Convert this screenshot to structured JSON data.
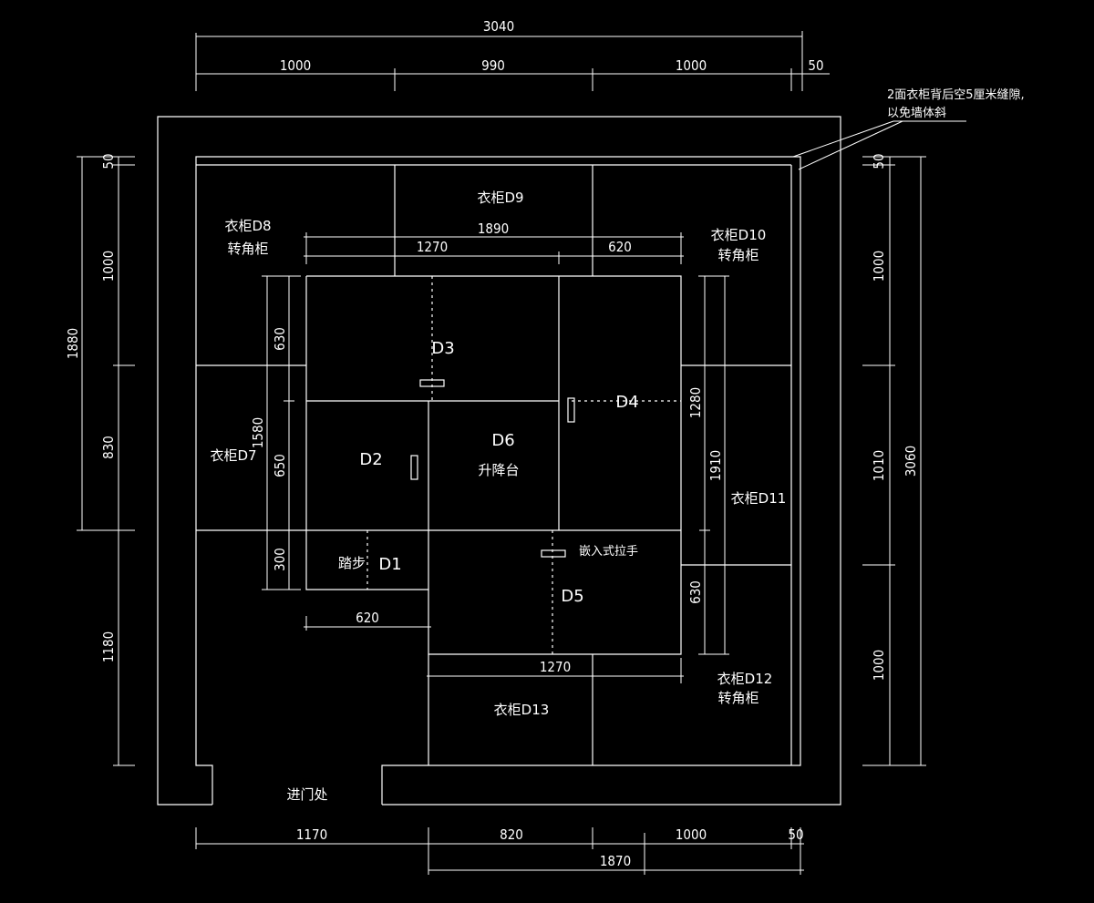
{
  "colors": {
    "background": "#000000",
    "line": "#ffffff"
  },
  "annotation": {
    "line1": "2面衣柜背后空5厘米缝隙,",
    "line2": "以免墙体斜"
  },
  "labels": {
    "d9": "衣柜D9",
    "d8_line1": "衣柜D8",
    "d8_line2": "转角柜",
    "d10_line1": "衣柜D10",
    "d10_line2": "转角柜",
    "d7": "衣柜D7",
    "d11": "衣柜D11",
    "d12_line1": "衣柜D12",
    "d12_line2": "转角柜",
    "d13": "衣柜D13",
    "d3": "D3",
    "d4": "D4",
    "d2": "D2",
    "d6": "D6",
    "d6_sub": "升降台",
    "d5": "D5",
    "d1": "D1",
    "step": "踏步",
    "handle": "嵌入式拉手",
    "entrance": "进门处"
  },
  "dims": {
    "top_total": "3040",
    "top_a": "1000",
    "top_b": "990",
    "top_c": "1000",
    "top_d": "50",
    "inner_total": "1890",
    "inner_a": "1270",
    "inner_b": "620",
    "bottom_a": "1170",
    "bottom_b": "820",
    "bottom_c": "1000",
    "bottom_d": "50",
    "bottom_total": "1870",
    "inner_bottom_620": "620",
    "inner_bottom_1270": "1270",
    "left_total": "1880",
    "left_a": "50",
    "left_b": "1000",
    "left_c": "830",
    "left_d": "1180",
    "left_inner_total": "1580",
    "left_inner_a": "630",
    "left_inner_b": "650",
    "left_inner_c": "300",
    "right_total": "3060",
    "right_a": "50",
    "right_b": "1000",
    "right_c": "1010",
    "right_d": "1000",
    "right_inner_total": "1910",
    "right_inner_a": "1280",
    "right_inner_b": "630"
  }
}
